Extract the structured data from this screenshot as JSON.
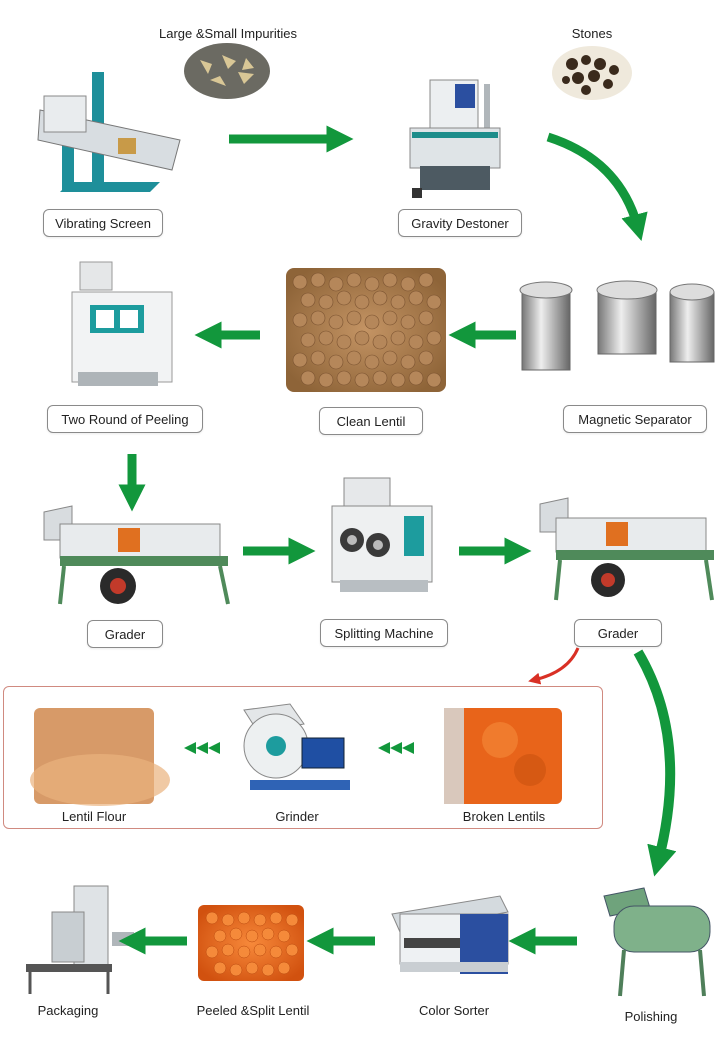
{
  "top_labels": {
    "impurities": "Large &Small Impurities",
    "stones": "Stones"
  },
  "steps": {
    "vibrating_screen": "Vibrating Screen",
    "gravity_destoner": "Gravity Destoner",
    "magnetic_separator": "Magnetic Separator",
    "clean_lentil": "Clean Lentil",
    "peeling": "Two Round of Peeling",
    "grader_left": "Grader",
    "splitting_machine": "Splitting Machine",
    "grader_right": "Grader",
    "broken_lentils": "Broken Lentils",
    "grinder": "Grinder",
    "lentil_flour": "Lentil Flour",
    "polishing": "Polishing",
    "color_sorter": "Color Sorter",
    "peeled_split_lentil": "Peeled &Split Lentil",
    "packaging": "Packaging"
  },
  "colors": {
    "arrow_green": "#12973c",
    "inset_border": "#d08a80",
    "red_arrow": "#d93025",
    "lentil_brown": "#a6794a",
    "lentil_orange": "#e8641a",
    "flour": "#d79a68",
    "machine_green": "#4f8a5a",
    "machine_teal": "#1d8d8b",
    "machine_blue": "#2b4fa0"
  }
}
